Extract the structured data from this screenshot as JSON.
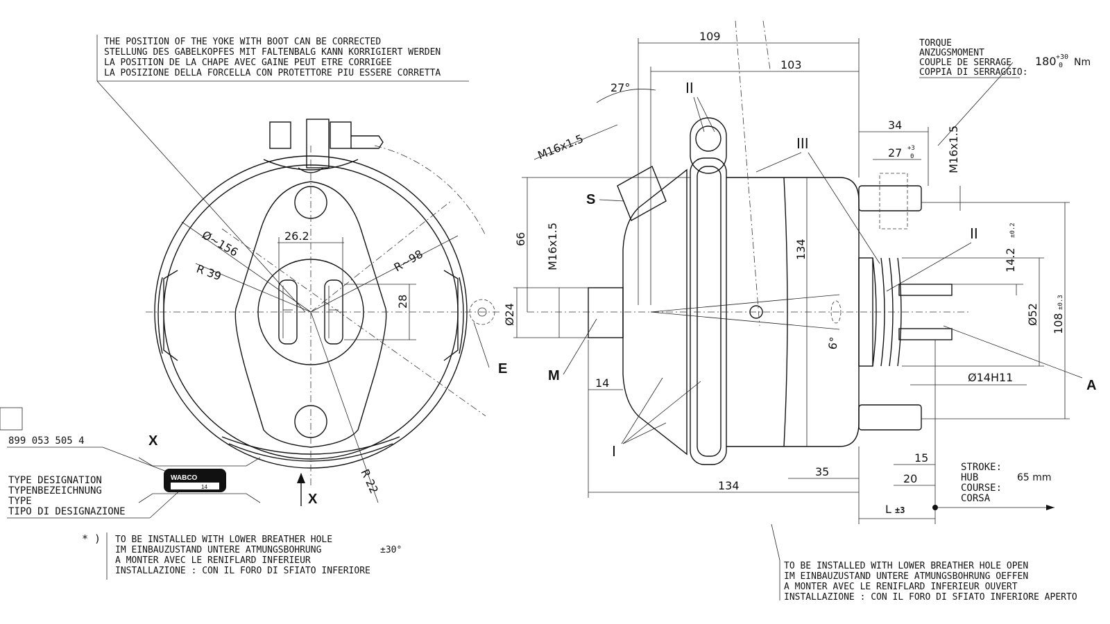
{
  "notes": {
    "yoke_note": [
      "THE POSITION OF THE YOKE WITH BOOT CAN BE CORRECTED",
      "STELLUNG DES GABELKOPFES MIT FALTENBALG KANN KORRIGIERT WERDEN",
      "LA POSITION DE LA CHAPE AVEC GAINE PEUT ETRE CORRIGEE",
      "LA POSIZIONE DELLA FORCELLA CON PROTETTORE PIU ESSERE CORRETTA"
    ],
    "torque_labels": [
      "TORQUE",
      "ANZUGSMOMENT",
      "COUPLE DE SERRAGE",
      "COPPIA DI SERRAGGIO:"
    ],
    "torque_value": "180",
    "torque_tolerance_upper": "+30",
    "torque_tolerance_lower": "0",
    "torque_unit": "Nm",
    "stroke_labels": [
      "STROKE:",
      "HUB",
      "COURSE:",
      "CORSA"
    ],
    "stroke_value": "65 mm",
    "part_number": "899 053 505 4",
    "type_designation": [
      "TYPE DESIGNATION",
      "TYPENBEZEICHNUNG",
      "TYPE",
      "TIPO DI DESIGNAZIONE"
    ],
    "nameplate_brand": "WABCO",
    "nameplate_code": "14",
    "asterisk_marker": "* )",
    "install_note_left": [
      "TO BE INSTALLED WITH LOWER BREATHER HOLE",
      "IM EINBAUZUSTAND UNTERE ATMUNGSBOHRUNG",
      "A MONTER AVEC LE RENIFLARD INFERIEUR",
      "INSTALLAZIONE : CON IL FORO DI SFIATO INFERIORE"
    ],
    "install_angle": "±30°",
    "install_note_right": [
      "TO BE INSTALLED WITH LOWER BREATHER HOLE OPEN",
      "IM EINBAUZUSTAND UNTERE ATMUNGSBOHRUNG OEFFEN",
      "A MONTER AVEC LE RENIFLARD INFERIEUR OUVERT",
      "INSTALLAZIONE : CON IL FORO DI SFIATO INFERIORE APERTO"
    ]
  },
  "views": {
    "front": {
      "dimensions": {
        "dia_156": "Ø~156",
        "r_39": "R 39",
        "w_26_2": "26.2",
        "r_98": "R~98",
        "h_28": "28",
        "r_22": "R 22"
      },
      "labels": {
        "x_top": "X",
        "x_arrow": "X",
        "e": "E"
      }
    },
    "side": {
      "dimensions": {
        "d_109": "109",
        "d_103": "103",
        "a_27deg": "27°",
        "thread_s": "M16x1.5",
        "d_66": "66",
        "thread_m": "M16x1.5",
        "d_24": "Ø24",
        "d_14": "14",
        "d_134_vert": "134",
        "d_134_horiz": "134",
        "d_35": "35",
        "a_6deg": "6°",
        "d_34": "34",
        "d_27": "27",
        "d_27_tol": "+3",
        "d_27_tol_low": "0",
        "thread_r": "M16x1.5",
        "d_14_2": "14.2",
        "d_14_2_tol": "±0.2",
        "d_52": "Ø52",
        "d_108": "108",
        "d_108_tol": "±0.3",
        "d_14h11": "Ø14H11",
        "d_15": "15",
        "d_20": "20",
        "d_l": "L",
        "d_l_tol": "±3"
      },
      "labels": {
        "ii_top": "II",
        "iii": "III",
        "ii_right": "II",
        "i": "I",
        "s": "S",
        "m": "M",
        "a": "A"
      }
    }
  }
}
